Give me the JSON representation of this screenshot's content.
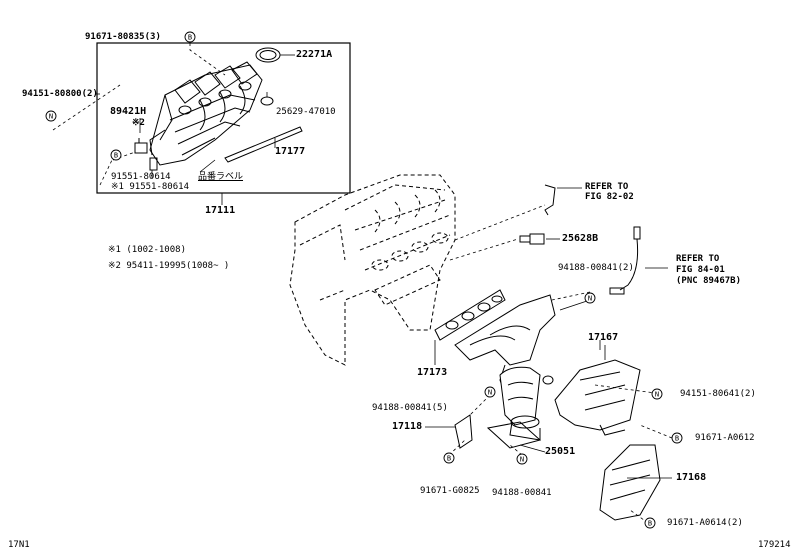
{
  "labels": {
    "p91671_80835": "91671-80835(3)",
    "p22271a": "22271A",
    "p94151_80800": "94151-80800(2)",
    "p89421h": "89421H",
    "mark2_small": "※2",
    "p25629_47010": "25629-47010",
    "p17177": "17177",
    "p91551_80614": "91551-80614",
    "p91551_80614_alt": "※1 91551-80614",
    "hinban_label": "品番ラベル",
    "p17111": "17111",
    "refer1_a": "REFER TO",
    "refer1_b": "FIG 82-02",
    "p25628b": "25628B",
    "refer2_a": "REFER TO",
    "refer2_b": "FIG 84-01",
    "refer2_c": "(PNC 89467B)",
    "p94188_00841_2": "94188-00841(2)",
    "note1": "※1 (1002-1008)",
    "note2": "※2 95411-19995(1008~   )",
    "p17167": "17167",
    "p17173": "17173",
    "p94151_80641": "94151-80641(2)",
    "p94188_00841_5": "94188-00841(5)",
    "p17118": "17118",
    "p91671_a0612": "91671-A0612",
    "p25051": "25051",
    "p17168": "17168",
    "p91671_g0825": "91671-G0825",
    "p94188_00841": "94188-00841",
    "p91671_a0614": "91671-A0614(2)",
    "footer_left": "17N1",
    "footer_right": "179214"
  },
  "markers": {
    "b": "B",
    "n": "N"
  }
}
